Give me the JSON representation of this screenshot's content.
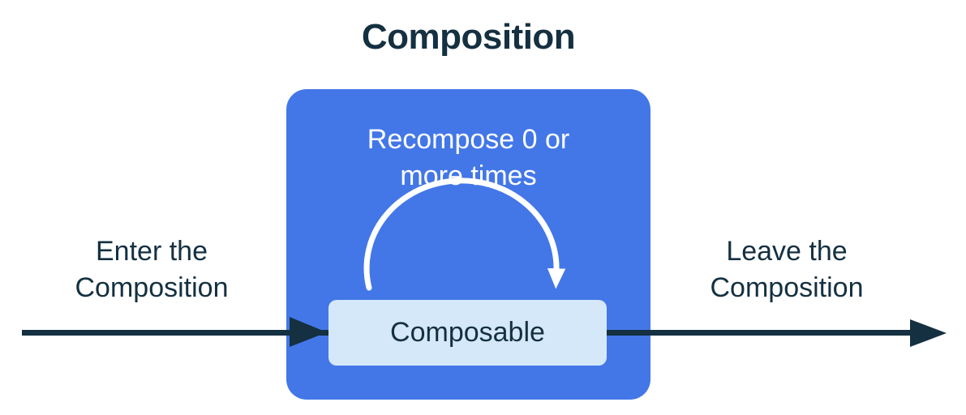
{
  "title": "Composition",
  "composition_box": {
    "recompose_label": "Recompose 0 or\nmore times",
    "composable_label": "Composable"
  },
  "flow": {
    "enter_label": "Enter the\nComposition",
    "leave_label": "Leave the\nComposition"
  },
  "colors": {
    "ink": "#143041",
    "container_blue": "#4377e8",
    "composable_fill": "#d4e8fa",
    "arc_white": "#ffffff",
    "background": "#ffffff"
  }
}
